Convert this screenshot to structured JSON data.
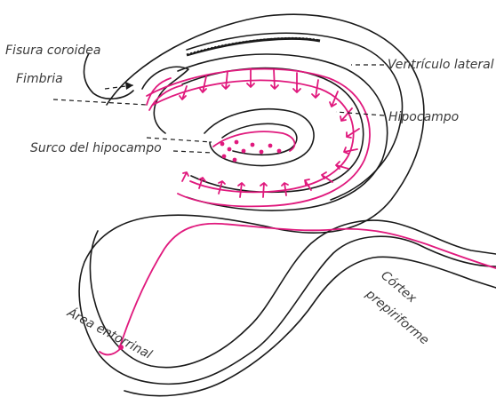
{
  "labels": {
    "fisura_coroidea": "Fisura coroidea",
    "fimbria": "Fimbria",
    "ventriculo_lateral": "Ventrículo lateral",
    "hipocampo": "Hipocampo",
    "surco_hipocampo": "Surco del hipocampo",
    "area_entorrinal": "Área entorrinal",
    "cortex_line1": "Córtex",
    "cortex_line2": "prepiriforme"
  },
  "colors": {
    "outline": "#1a1a1a",
    "pathway": "#e0197d",
    "label": "#3a3a3a",
    "background": "#ffffff"
  },
  "icons": {
    "neuron": "pyramidal-neuron-arrow",
    "leader": "dashed-leader-line"
  }
}
